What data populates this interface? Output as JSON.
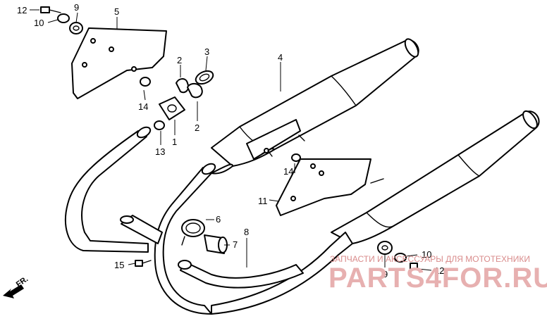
{
  "callouts": {
    "c1": "1",
    "c2a": "2",
    "c2b": "2",
    "c3": "3",
    "c4": "4",
    "c5": "5",
    "c6": "6",
    "c7": "7",
    "c8": "8",
    "c9a": "9",
    "c9b": "9",
    "c10a": "10",
    "c10b": "10",
    "c11": "11",
    "c12a": "12",
    "c12b": "12",
    "c13": "13",
    "c14a": "14",
    "c14b": "14",
    "c15": "15"
  },
  "direction_label": "FR.",
  "watermark": {
    "top_text": "ЗАПЧАСТИ И АКСЕССУАРЫ ДЛЯ МОТОТЕХНИКИ",
    "brand": "PARTS4FOR.RU"
  }
}
